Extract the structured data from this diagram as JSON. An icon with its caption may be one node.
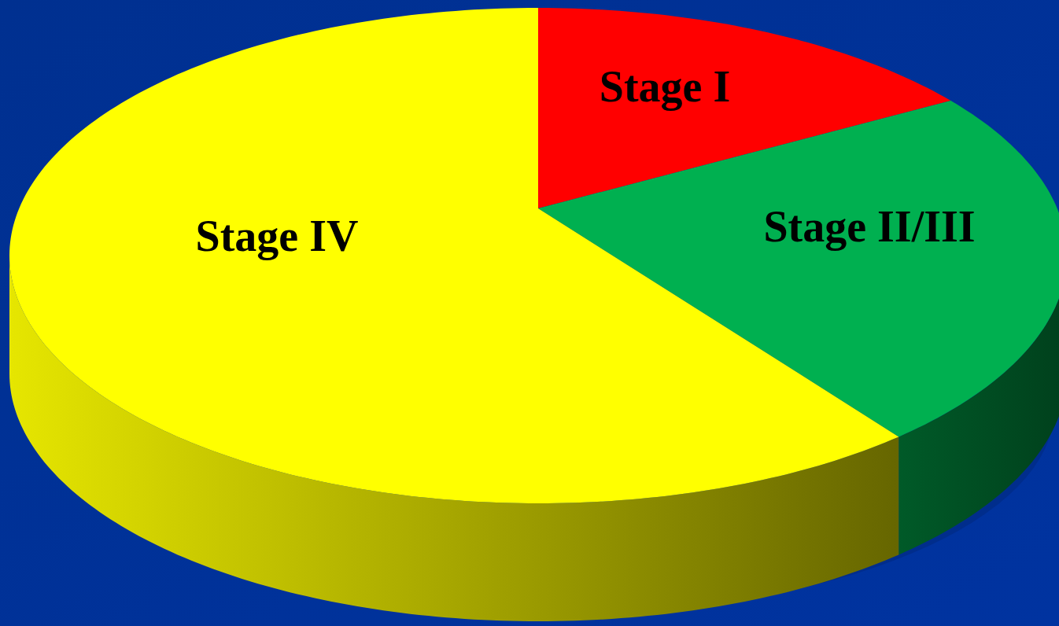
{
  "diagram": {
    "nodes": [
      {
        "text": [
          "Stage I"
        ]
      },
      {
        "text": [
          "Stage II/III"
        ]
      },
      {
        "text": [
          "Stage IV"
        ]
      }
    ]
  }
}
